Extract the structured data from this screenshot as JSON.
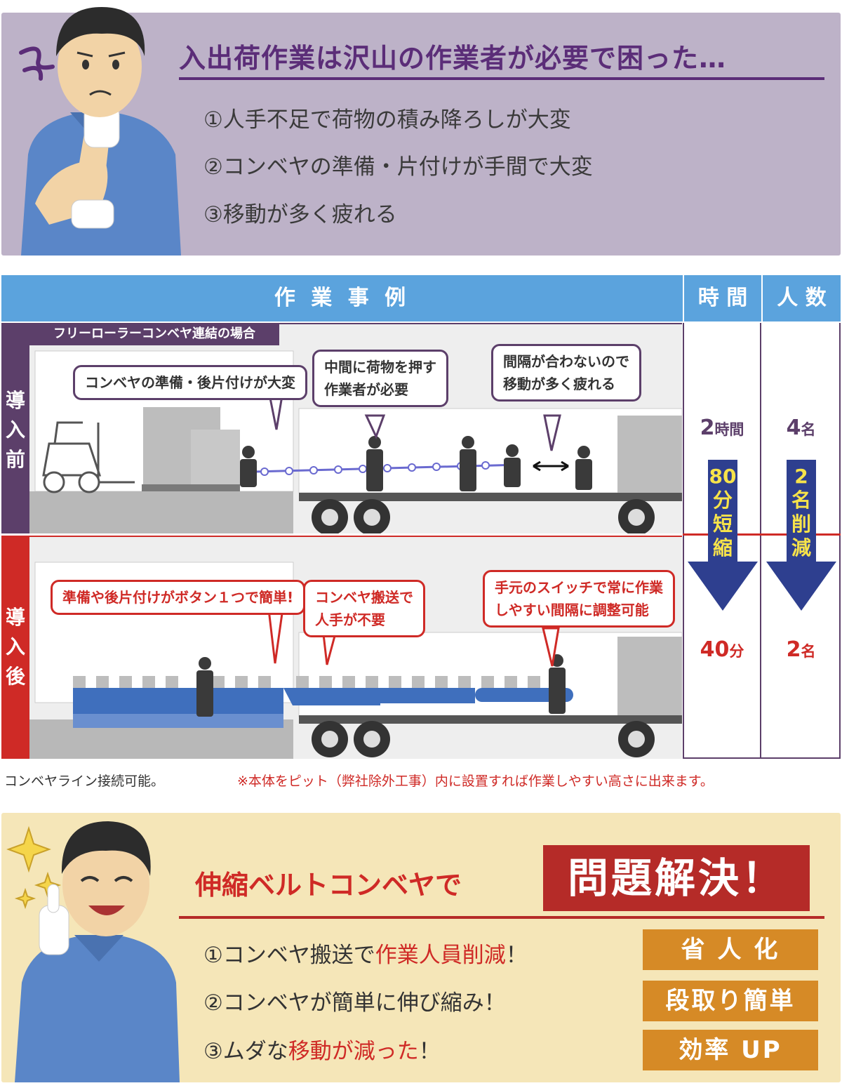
{
  "problem": {
    "title": "入出荷作業は沢山の作業者が必要で困った…",
    "items": [
      "①人手不足で荷物の積み降ろしが大変",
      "②コンベヤの準備・片付けが手間で大変",
      "③移動が多く疲れる"
    ]
  },
  "table": {
    "header_case": "作 業 事 例",
    "header_time": "時 間",
    "header_people": "人 数",
    "before_label": [
      "導",
      "入",
      "前"
    ],
    "after_label": [
      "導",
      "入",
      "後"
    ],
    "sub_tag": "フリーローラーコンベヤ連結の場合",
    "before_bubbles": [
      "コンベヤの準備・後片付けが大変",
      "中間に荷物を押す\n作業者が必要",
      "間隔が合わないので\n移動が多く疲れる"
    ],
    "after_bubbles": [
      "準備や後片付けがボタン１つで簡単!",
      "コンベヤ搬送で\n人手が不要",
      "手元のスイッチで常に作業\nしやすい間隔に調整可能"
    ],
    "before_time_num": "2",
    "before_time_unit": "時間",
    "before_people_num": "4",
    "before_people_unit": "名",
    "time_reduction": [
      "80",
      "分",
      "短",
      "縮"
    ],
    "people_reduction": [
      "2",
      "名",
      "削",
      "減"
    ],
    "after_time_num": "40",
    "after_time_unit": "分",
    "after_people_num": "2",
    "after_people_unit": "名"
  },
  "notes": {
    "left": "コンベヤライン接続可能。",
    "right": "※本体をピット（弊社除外工事）内に設置すれば作業しやすい高さに出来ます。"
  },
  "solution": {
    "title": "伸縮ベルトコンベヤで",
    "badge": "問題解決！",
    "items": [
      {
        "pre": "①コンベヤ搬送で",
        "hl": "作業人員削減",
        "post": "！"
      },
      {
        "pre": "②コンベヤが簡単に伸び縮み！",
        "hl": "",
        "post": ""
      },
      {
        "pre": "③ムダな",
        "hl": "移動が減った",
        "post": "！"
      }
    ],
    "benefits": [
      "省 人 化",
      "段取り簡単",
      "効率 UP"
    ]
  },
  "colors": {
    "purple": "#5c3f6a",
    "red": "#cf2a26",
    "blue": "#5ba3dd",
    "arrow_blue": "#2e3f8f",
    "orange": "#d68a26"
  }
}
